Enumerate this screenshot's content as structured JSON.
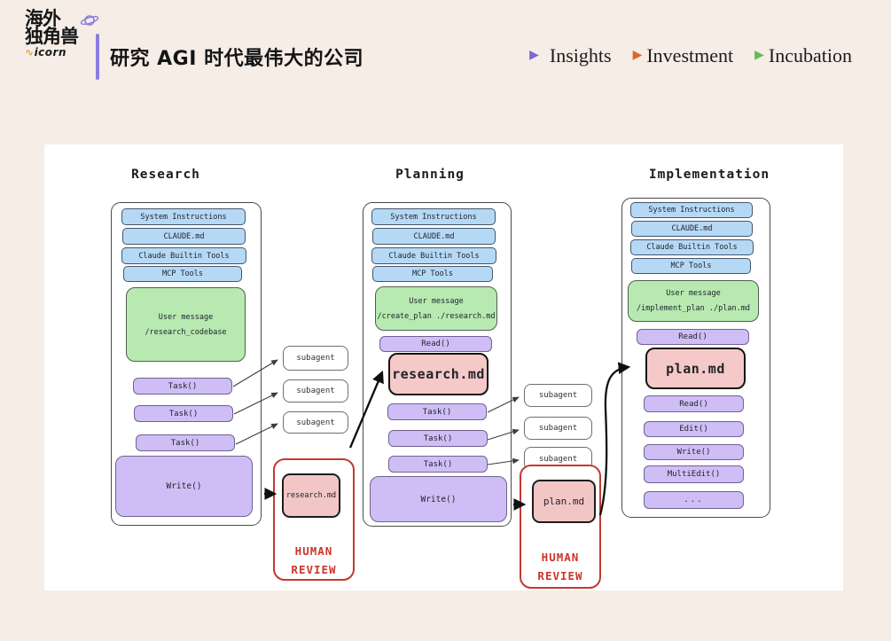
{
  "colors": {
    "background": "#f5ede6",
    "nav_insights_accent": "#7b68d9",
    "nav_investment_accent": "#dd6630",
    "nav_incubation_accent": "#63bb5e",
    "context_box_fill": "#b5d8f5",
    "user_message_fill": "#b7e9b1",
    "tool_box_fill": "#cfbef5",
    "artifact_fill": "#f5c9c7",
    "human_review_accent": "#c23a2f",
    "logo_divider": "#8b7ce0"
  },
  "header": {
    "logo": {
      "line1": "海外",
      "line2": "独角兽",
      "squiggle": "∿",
      "brand": "icorn"
    },
    "title": "研究 AGI 时代最伟大的公司",
    "nav": {
      "arrow": "▶",
      "items": [
        {
          "label": "Insights"
        },
        {
          "label": "Investment"
        },
        {
          "label": "Incubation"
        }
      ]
    }
  },
  "diagram": {
    "columns": [
      {
        "title": "Research",
        "context_boxes": [
          "System Instructions",
          "CLAUDE.md",
          "Claude Builtin Tools",
          "MCP Tools"
        ],
        "user_message": {
          "title": "User message",
          "command": "/research_codebase"
        },
        "task_boxes": [
          "Task()",
          "Task()",
          "Task()"
        ],
        "write_box": "Write()"
      },
      {
        "title": "Planning",
        "context_boxes": [
          "System Instructions",
          "CLAUDE.md",
          "Claude Builtin Tools",
          "MCP Tools"
        ],
        "user_message": {
          "title": "User message",
          "command": "/create_plan ./research.md"
        },
        "read_box": "Read()",
        "artifact_box": "research.md",
        "task_boxes": [
          "Task()",
          "Task()",
          "Task()"
        ],
        "write_box": "Write()"
      },
      {
        "title": "Implementation",
        "context_boxes": [
          "System Instructions",
          "CLAUDE.md",
          "Claude Builtin Tools",
          "MCP Tools"
        ],
        "user_message": {
          "title": "User message",
          "command": "/implement_plan ./plan.md"
        },
        "read_box": "Read()",
        "artifact_box": "plan.md",
        "tool_boxes": [
          "Read()",
          "Edit()",
          "Write()",
          "MultiEdit()",
          "..."
        ]
      }
    ],
    "subagent_label": "subagent",
    "human_reviews": [
      {
        "artifact": "research.md",
        "line1": "HUMAN",
        "line2": "REVIEW"
      },
      {
        "artifact": "plan.md",
        "line1": "HUMAN",
        "line2": "REVIEW"
      }
    ]
  }
}
